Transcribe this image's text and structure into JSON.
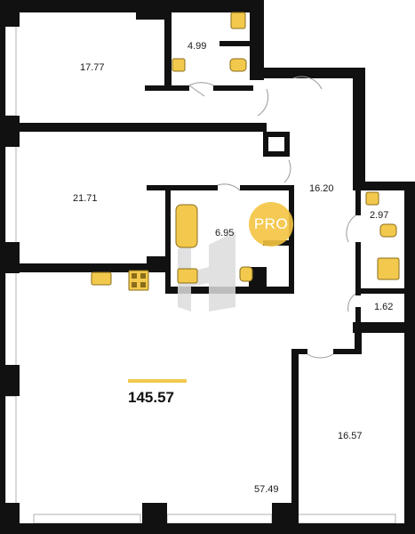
{
  "rooms": {
    "bedroom_top": "17.77",
    "bathroom_top": "4.99",
    "corridor": "16.20",
    "bedroom_mid": "21.71",
    "bathroom_mid": "6.95",
    "wc_right": "2.97",
    "storage": "1.62",
    "living": "57.49",
    "bedroom_right": "16.57"
  },
  "total_area": "145.57",
  "badge": "PRO",
  "colors": {
    "wall": "#111111",
    "fixture": "#f2c94c",
    "fixture_stroke": "#8a6d1a",
    "window_line": "#aaaaaa",
    "watermark": "#d9d9d9",
    "badge": "#f5c542"
  }
}
